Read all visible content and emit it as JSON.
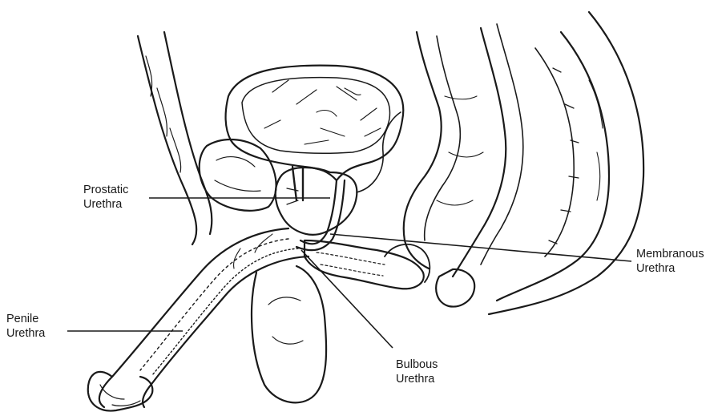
{
  "diagram": {
    "labels": {
      "prostatic": [
        "Prostatic",
        "Urethra"
      ],
      "membranous": [
        "Membranous",
        "Urethra"
      ],
      "penile": [
        "Penile",
        "Urethra"
      ],
      "bulbous": [
        "Bulbous",
        "Urethra"
      ]
    },
    "colors": {
      "ink": "#1a1a1a",
      "paper": "#ffffff"
    }
  }
}
